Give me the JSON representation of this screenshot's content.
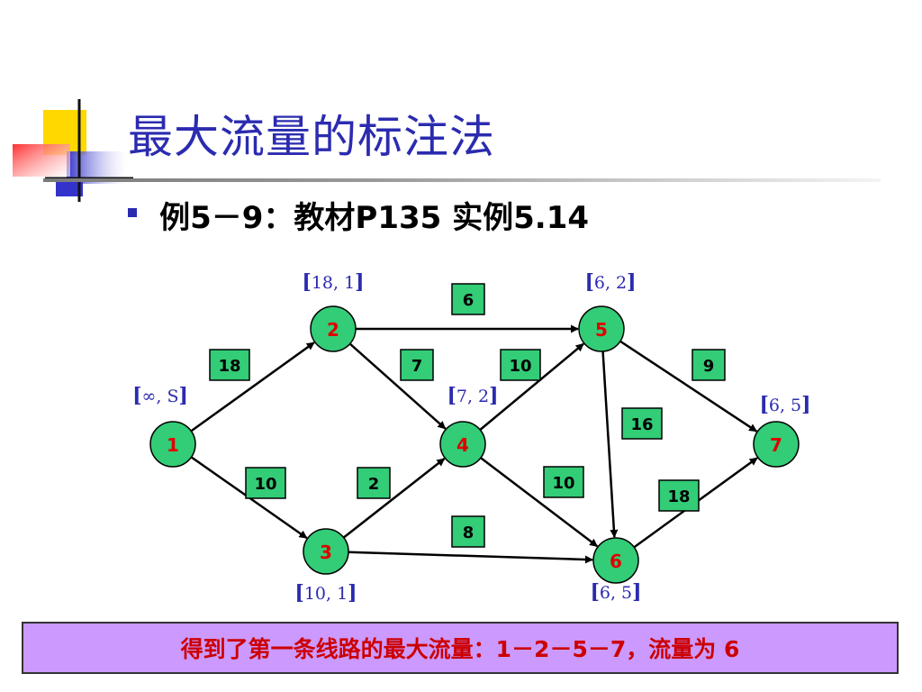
{
  "slide": {
    "title": "最大流量的标注法",
    "bullet": "例5－9：教材P135 实例5.14",
    "result": "得到了第一条线路的最大流量：1－2－5－7，流量为 6"
  },
  "colors": {
    "title": "#2b2bb0",
    "node_fill": "#33cc77",
    "node_label": "#e00000",
    "capacity_box": "#33cc77",
    "tag_text": "#2b2bb0",
    "result_bg": "#cc99ff",
    "result_text": "#cc0000"
  },
  "graph": {
    "nodes": [
      {
        "id": "1",
        "label": "1",
        "tag": "∞, S"
      },
      {
        "id": "2",
        "label": "2",
        "tag": "18, 1"
      },
      {
        "id": "3",
        "label": "3",
        "tag": "10, 1"
      },
      {
        "id": "4",
        "label": "4",
        "tag": "7, 2"
      },
      {
        "id": "5",
        "label": "5",
        "tag": "6, 2"
      },
      {
        "id": "6",
        "label": "6",
        "tag": "6, 5"
      },
      {
        "id": "7",
        "label": "7",
        "tag": "6, 5"
      }
    ],
    "edges": [
      {
        "from": "1",
        "to": "2",
        "capacity": "18"
      },
      {
        "from": "1",
        "to": "3",
        "capacity": "10"
      },
      {
        "from": "2",
        "to": "5",
        "capacity": "6"
      },
      {
        "from": "2",
        "to": "4",
        "capacity": "7"
      },
      {
        "from": "3",
        "to": "4",
        "capacity": "2"
      },
      {
        "from": "3",
        "to": "6",
        "capacity": "8"
      },
      {
        "from": "4",
        "to": "5",
        "capacity": "10"
      },
      {
        "from": "4",
        "to": "6",
        "capacity": "10"
      },
      {
        "from": "5",
        "to": "6",
        "capacity": "16"
      },
      {
        "from": "5",
        "to": "7",
        "capacity": "9"
      },
      {
        "from": "6",
        "to": "7",
        "capacity": "18"
      }
    ]
  }
}
